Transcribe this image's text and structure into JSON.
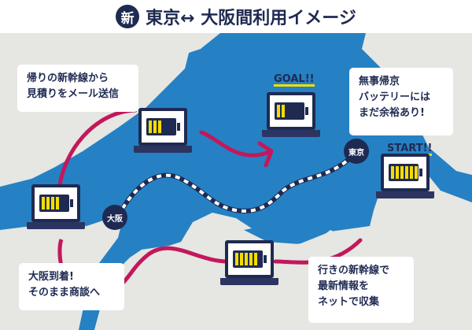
{
  "title": {
    "badge": "新",
    "text": "東京↔ 大阪間利用イメージ"
  },
  "colors": {
    "sea": "#2581c4",
    "land": "#e6e6e2",
    "route": "#c2185b",
    "navy": "#1f2a52",
    "battery_bar": "#f5dc00"
  },
  "stations": {
    "tokyo": "東京",
    "osaka": "大阪"
  },
  "tags": {
    "goal": "GOAL!!",
    "start": "START!!"
  },
  "bubbles": {
    "return_train": [
      "帰りの新幹線から",
      "見積りをメール送信"
    ],
    "arrive_tokyo": [
      "無事帰京",
      "バッテリーには",
      "まだ余裕あり!"
    ],
    "arrive_osaka": [
      "大阪到着!",
      "そのまま商談へ"
    ],
    "outbound_train": [
      "行きの新幹線で",
      "最新情報を",
      "ネットで収集"
    ]
  },
  "laptops": [
    {
      "id": "start",
      "battery_bars": 6
    },
    {
      "id": "outbound",
      "battery_bars": 5
    },
    {
      "id": "osaka",
      "battery_bars": 4
    },
    {
      "id": "return",
      "battery_bars": 3
    },
    {
      "id": "goal",
      "battery_bars": 2
    }
  ]
}
